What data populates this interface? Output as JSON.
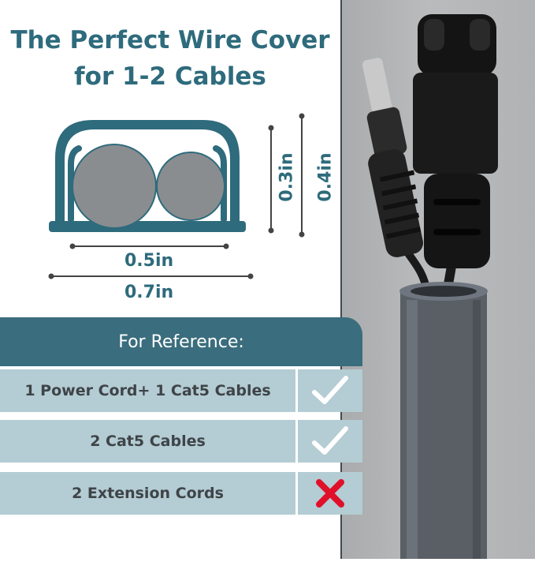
{
  "title": {
    "line1": "The Perfect Wire Cover",
    "line2": "for 1-2 Cables"
  },
  "dimensions": {
    "width_inner": "0.5in",
    "width_outer": "0.7in",
    "height_inner": "0.3in",
    "height_outer": "0.4in"
  },
  "reference": {
    "header": "For Reference:",
    "rows": [
      {
        "label": "1 Power Cord+ 1 Cat5 Cables",
        "mark": "check-icon"
      },
      {
        "label": "2 Cat5 Cables",
        "mark": "check-icon"
      },
      {
        "label": "2 Extension Cords",
        "mark": "x-icon"
      }
    ]
  },
  "colors": {
    "accent": "#2e6b7c",
    "table_header": "#3a6d7d",
    "table_row": "#b4ccd3",
    "check": "#ffffff",
    "cross": "#e0102a",
    "cover": "#5a5f66"
  }
}
